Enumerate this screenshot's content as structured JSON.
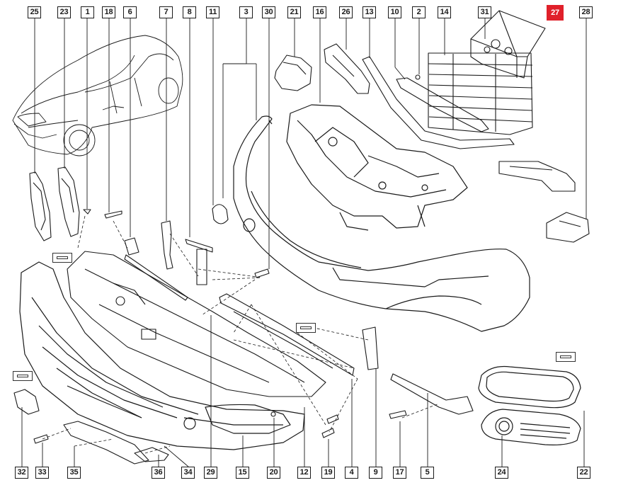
{
  "callouts_top": [
    "25",
    "23",
    "1",
    "18",
    "6",
    "7",
    "8",
    "11",
    "3",
    "30",
    "21",
    "16",
    "26",
    "13",
    "10",
    "2",
    "14",
    "31",
    "27",
    "28"
  ],
  "callouts_bottom": [
    "32",
    "33",
    "35",
    "36",
    "34",
    "29",
    "15",
    "20",
    "12",
    "19",
    "4",
    "9",
    "17",
    "5",
    "24",
    "22"
  ],
  "highlighted_part": "27",
  "colors": {
    "line": "#1a1a1a",
    "highlight": "#e0202a",
    "background": "#ffffff"
  }
}
